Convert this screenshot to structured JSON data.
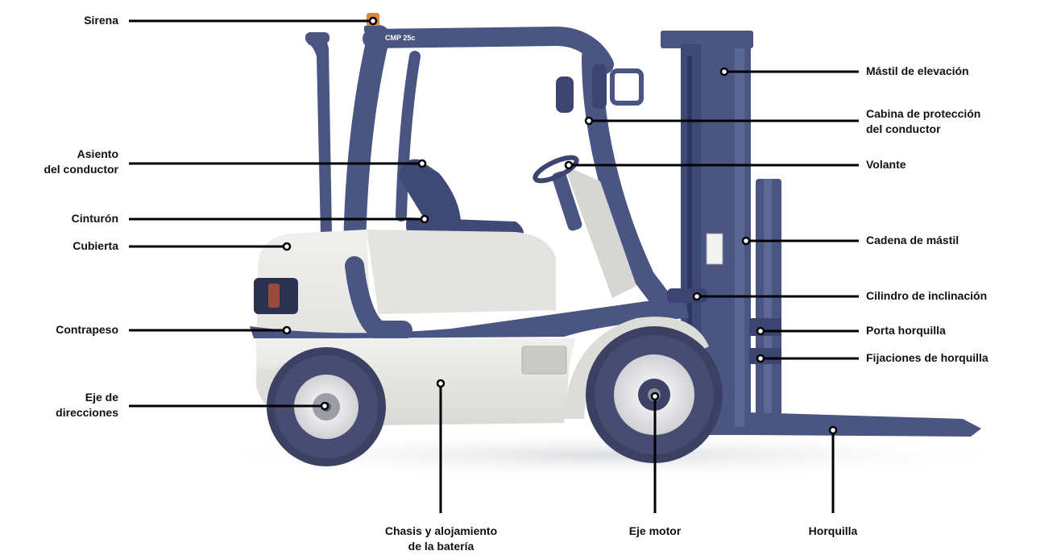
{
  "diagram": {
    "colors": {
      "body_blue": "#4a5582",
      "body_white": "#e6e6e3",
      "tire": "#3c4062",
      "leader": "#000000",
      "background": "#ffffff"
    },
    "truck_model": "CMP 25c",
    "labels": {
      "sirena": "Sirena",
      "asiento_1": "Asiento",
      "asiento_2": "del conductor",
      "cinturon": "Cinturón",
      "cubierta": "Cubierta",
      "contrapeso": "Contrapeso",
      "eje_dir_1": "Eje de",
      "eje_dir_2": "direcciones",
      "chasis_1": "Chasis y alojamiento",
      "chasis_2": "de la batería",
      "eje_motor": "Eje motor",
      "horquilla": "Horquilla",
      "mastil": "Mástil de elevación",
      "cabina_1": "Cabina de protección",
      "cabina_2": "del conductor",
      "volante": "Volante",
      "cadena": "Cadena de mástil",
      "cilindro": "Cilindro de inclinación",
      "porta": "Porta horquilla",
      "fijaciones": "Fijaciones de horquilla"
    }
  }
}
